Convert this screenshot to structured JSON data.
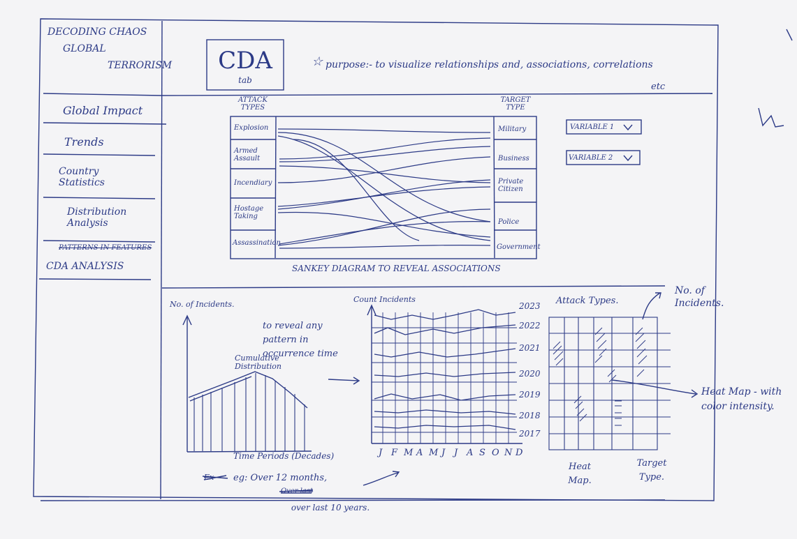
{
  "sidebar": {
    "app_title": [
      "DECODING CHAOS",
      "GLOBAL",
      "TERRORISM"
    ],
    "items": [
      {
        "label": "Global Impact"
      },
      {
        "label": "Trends"
      },
      {
        "label": "Country Statistics"
      },
      {
        "label": "Distribution Analysis"
      },
      {
        "label": "PATTERNS IN FEATURES",
        "struck": true
      },
      {
        "label": "CDA ANALYSIS"
      }
    ]
  },
  "header": {
    "tab_title": "CDA",
    "tab_sub": "tab",
    "purpose": "purpose:- to visualize relationships and, associations, correlations",
    "purpose_struck": "and",
    "purpose_tail": "etc"
  },
  "sankey": {
    "left_title": "ATTACK TYPES",
    "right_title": "TARGET TYPE",
    "left_nodes": [
      "Explosion",
      "Armed Assault",
      "Incendiary",
      "Hostage Taking",
      "Assassination"
    ],
    "right_nodes": [
      "Military",
      "Business",
      "Private Citizen",
      "Police",
      "Government"
    ],
    "caption": "SANKEY DIAGRAM TO REVEAL ASSOCIATIONS"
  },
  "dropdowns": [
    {
      "label": "VARIABLE 1"
    },
    {
      "label": "VARIABLE 2"
    }
  ],
  "cumulative": {
    "ylabel": "No. of Incidents.",
    "title": "Cumulative Distribution",
    "xlabel": "Time Periods (Decades)",
    "note_struck": "Ex",
    "note": "eg: Over 12 months,",
    "note2_struck": "Over last",
    "note3": "over last 10 years."
  },
  "monthly": {
    "ylabel": "Count Incidents",
    "annotation": "to reveal any pattern in occurrence time",
    "months": [
      "J",
      "F",
      "M",
      "A",
      "M",
      "J",
      "J",
      "A",
      "S",
      "O",
      "N",
      "D"
    ],
    "years": [
      "2023",
      "2022",
      "2021",
      "2020",
      "2019",
      "2018",
      "2017"
    ]
  },
  "heatmap": {
    "title": "Attack Types.",
    "xlabel_left": "Heat Map.",
    "xlabel_right": "Target Type.",
    "annotation_top": "No. of Incidents.",
    "annotation_right": "Heat Map - with color intensity."
  }
}
